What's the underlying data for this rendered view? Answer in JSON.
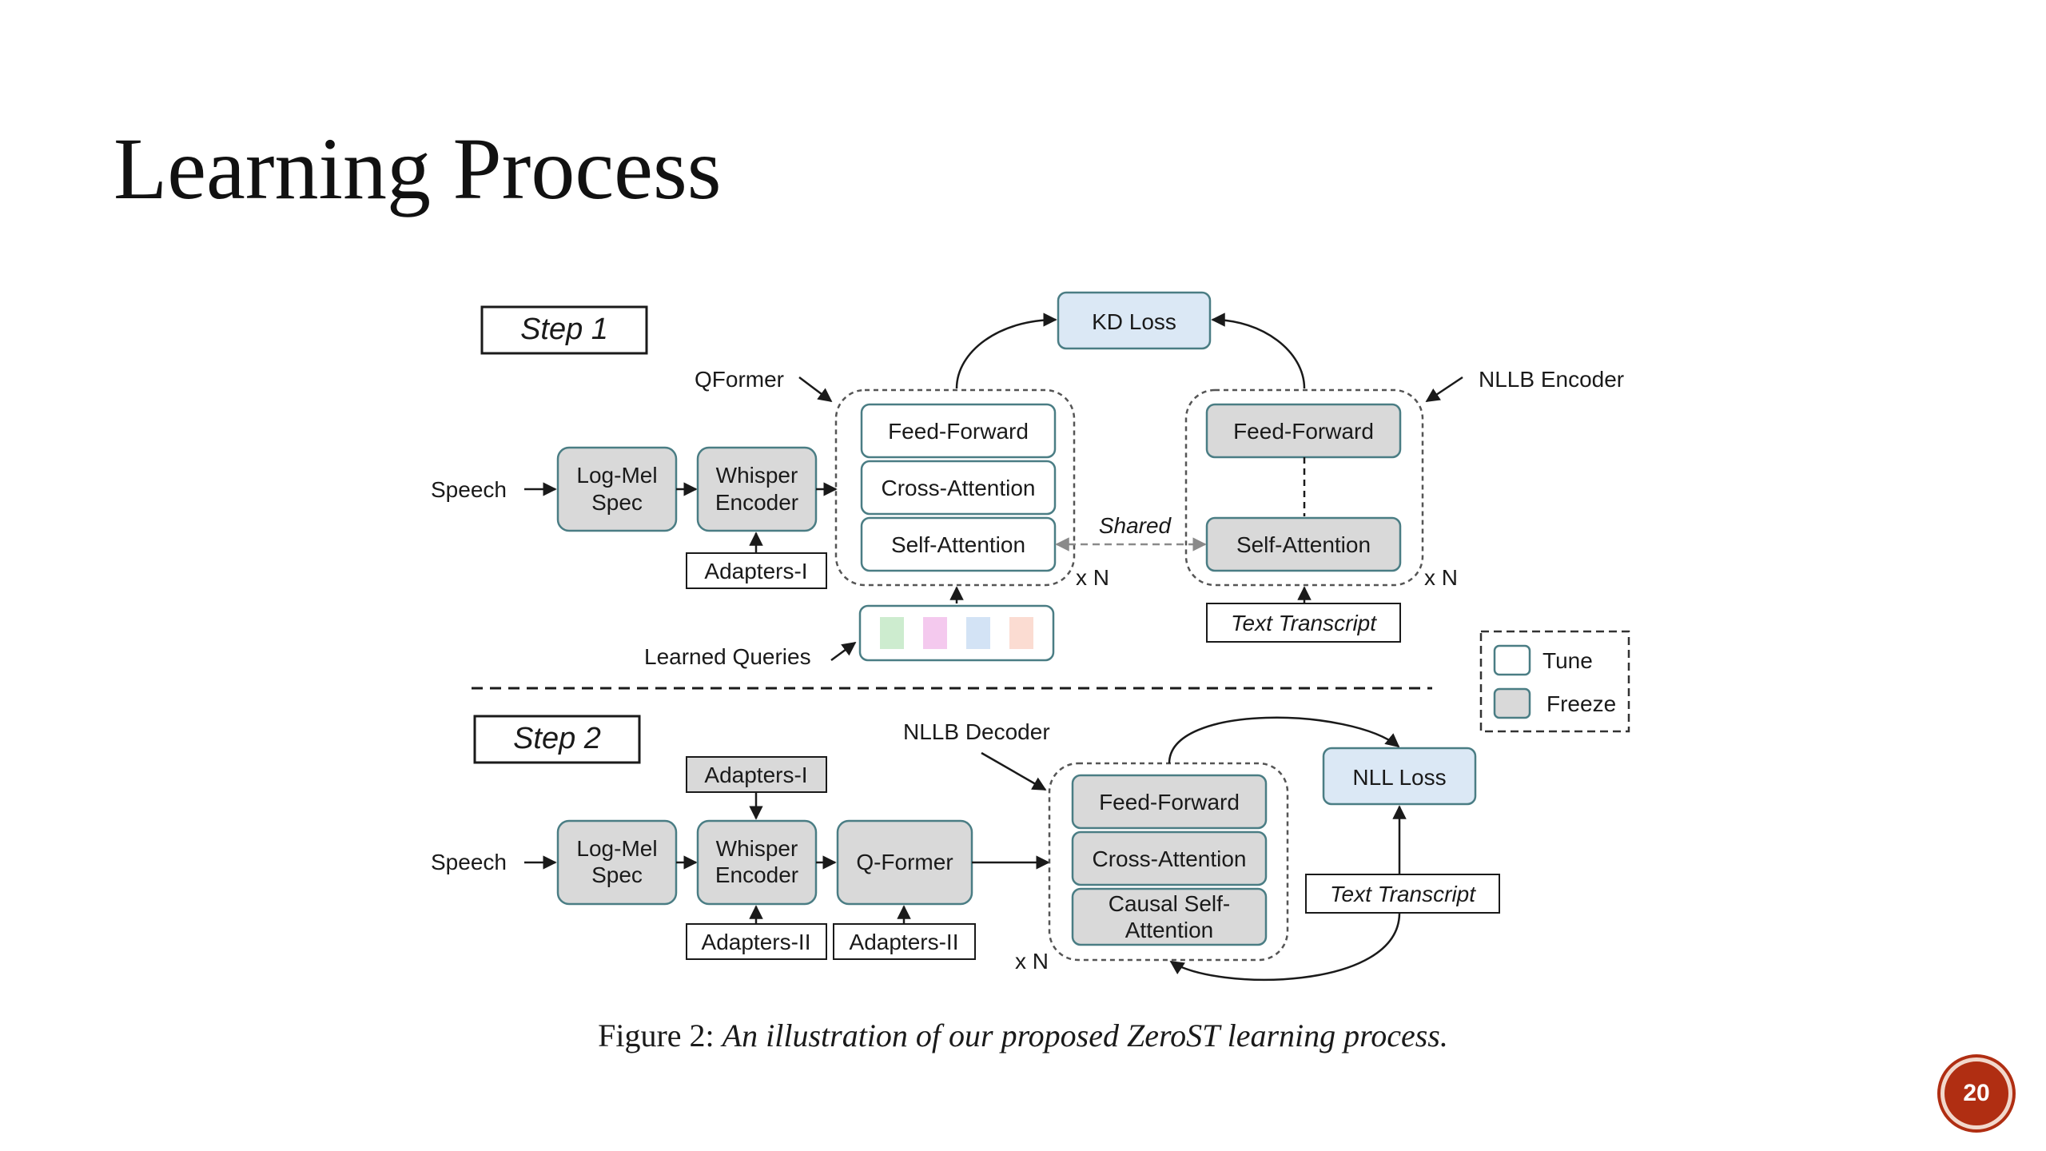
{
  "slide": {
    "title": "Learning Process",
    "page_number": "20"
  },
  "figure": {
    "caption_prefix": "Figure 2:",
    "caption_text": "An illustration of our proposed ZeroST learning process."
  },
  "step1": {
    "label": "Step 1",
    "speech": "Speech",
    "logmel_line1": "Log-Mel",
    "logmel_line2": "Spec",
    "whisper_line1": "Whisper",
    "whisper_line2": "Encoder",
    "adapters": "Adapters-I",
    "qformer_label": "QFormer",
    "qformer_ff": "Feed-Forward",
    "qformer_ca": "Cross-Attention",
    "qformer_sa": "Self-Attention",
    "qformer_repeat": "x N",
    "learned_queries": "Learned Queries",
    "query_colors": [
      "#cdeccf",
      "#f4c9ee",
      "#d3e3f5",
      "#fbdcd2"
    ],
    "shared": "Shared",
    "kd_loss": "KD Loss",
    "nllb_encoder_label": "NLLB Encoder",
    "nllb_ff": "Feed-Forward",
    "nllb_sa": "Self-Attention",
    "nllb_repeat": "x N",
    "text_transcript": "Text Transcript"
  },
  "legend": {
    "tune": "Tune",
    "freeze": "Freeze"
  },
  "step2": {
    "label": "Step 2",
    "speech": "Speech",
    "logmel_line1": "Log-Mel",
    "logmel_line2": "Spec",
    "whisper_line1": "Whisper",
    "whisper_line2": "Encoder",
    "adapters_top": "Adapters-I",
    "adapters_bottom_1": "Adapters-II",
    "adapters_bottom_2": "Adapters-II",
    "qformer": "Q-Former",
    "nllb_decoder_label": "NLLB Decoder",
    "dec_ff": "Feed-Forward",
    "dec_ca": "Cross-Attention",
    "dec_csa_line1": "Causal Self-",
    "dec_csa_line2": "Attention",
    "dec_repeat": "x N",
    "nll_loss": "NLL Loss",
    "text_transcript": "Text Transcript"
  },
  "colors": {
    "freeze_fill": "#d9d9d9",
    "tune_fill": "#ffffff",
    "loss_fill": "#dbe8f5",
    "badge": "#b02e12"
  }
}
